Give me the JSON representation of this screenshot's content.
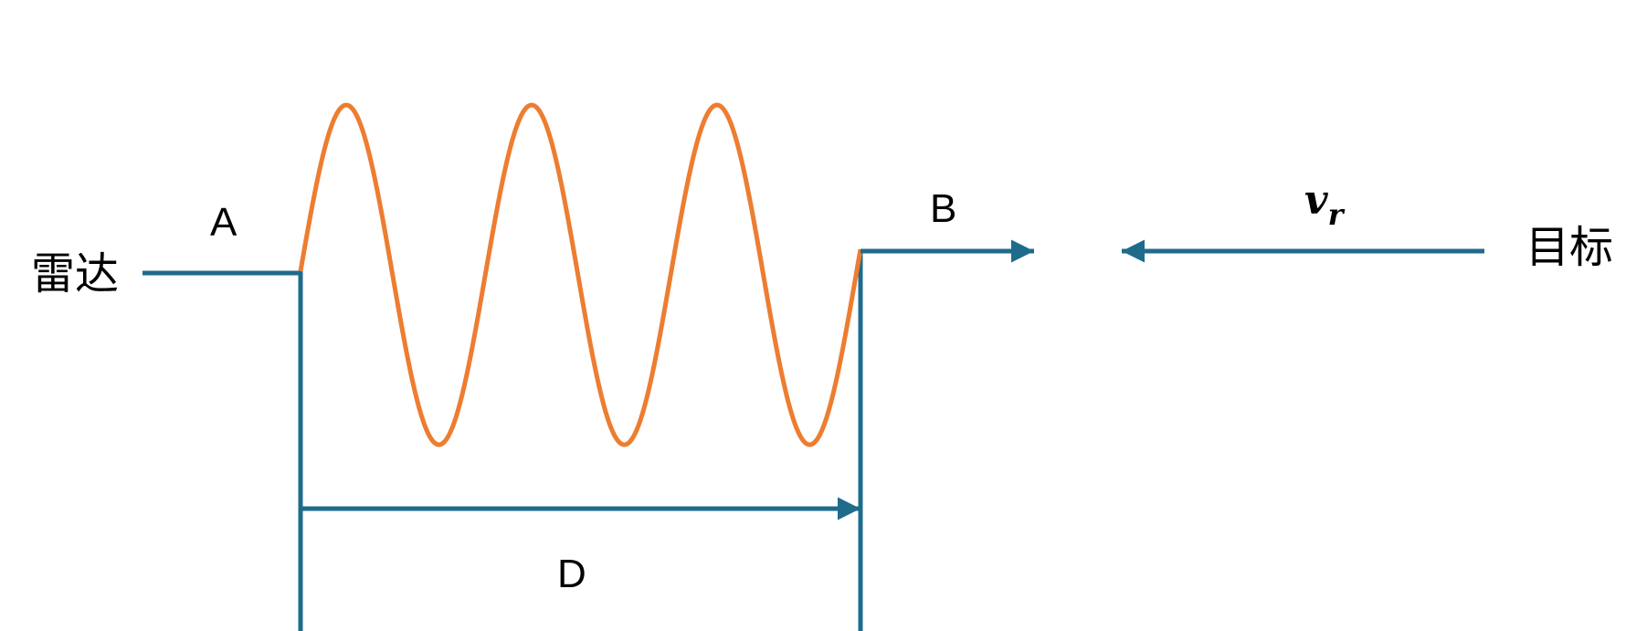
{
  "labels": {
    "radar": "雷达",
    "target": "目标",
    "point_a": "A",
    "point_b": "B",
    "distance": "D",
    "velocity_symbol": "v",
    "velocity_subscript": "r"
  },
  "colors": {
    "line": "#1f6b8c",
    "wave": "#ed7d31",
    "text": "#000000",
    "background": "#ffffff"
  },
  "wave": {
    "cycles": 3
  }
}
